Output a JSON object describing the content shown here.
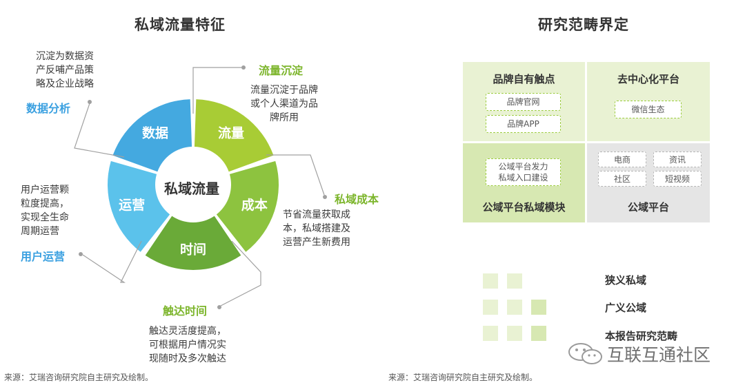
{
  "left": {
    "title": "私域流量特征",
    "center": "私域流量",
    "colors": {
      "liuliang": "#a8cc35",
      "chengben": "#8dc33f",
      "shijian": "#6aaa38",
      "yunying": "#5bc2eb",
      "shuju": "#44a9e0",
      "green_text": "#7cb52b",
      "blue_text": "#3aa0e0",
      "line": "#a0a0a0"
    },
    "segments": [
      "流量",
      "成本",
      "时间",
      "运营",
      "数据"
    ],
    "callouts": {
      "liuliang": {
        "tag": "流量沉淀",
        "desc": [
          "流量沉淀于品牌",
          "或个人渠道为品",
          "牌所用"
        ]
      },
      "chengben": {
        "tag": "私域成本",
        "desc": [
          "节省流量获取成",
          "本，私域搭建及",
          "运营产生新费用"
        ]
      },
      "shijian": {
        "tag": "触达时间",
        "desc": [
          "触达灵活度提高，",
          "可根据用户情况实",
          "现随时及多次触达"
        ]
      },
      "yunying": {
        "tag": "用户运营",
        "desc": [
          "用户运营颗",
          "粒度提高，",
          "实现全生命",
          "周期运营"
        ]
      },
      "shuju": {
        "tag": "数据分析",
        "desc": [
          "沉淀为数据资",
          "产反哺产品策",
          "略及企业战略"
        ]
      }
    },
    "source": "来源：艾瑞咨询研究院自主研究及绘制。"
  },
  "right": {
    "title": "研究范畴界定",
    "colors": {
      "light": "#e9f2d3",
      "mid": "#d7e8b2",
      "gray": "#e5e5e5",
      "box_border": "#9acb3c"
    },
    "cells": {
      "tl": {
        "title": "品牌自有触点",
        "boxes": [
          "品牌官网",
          "品牌APP"
        ]
      },
      "tr": {
        "title": "去中心化平台",
        "boxes": [
          "微信生态"
        ]
      },
      "bl": {
        "title": "公域平台私域模块",
        "box_lines": [
          "公域平台发力",
          "私域入口建设"
        ]
      },
      "br": {
        "title": "公域平台",
        "boxes": [
          "电商",
          "资讯",
          "社区",
          "短视频"
        ]
      }
    },
    "legend": [
      "狭义私域",
      "广义公域",
      "本报告研究范畴"
    ],
    "source": "来源：艾瑞咨询研究院自主研究及绘制。"
  },
  "watermark": "互联互通社区",
  "chart_data": {
    "type": "pie",
    "categories": [
      "流量",
      "成本",
      "时间",
      "运营",
      "数据"
    ],
    "values": [
      20,
      20,
      20,
      20,
      20
    ]
  }
}
